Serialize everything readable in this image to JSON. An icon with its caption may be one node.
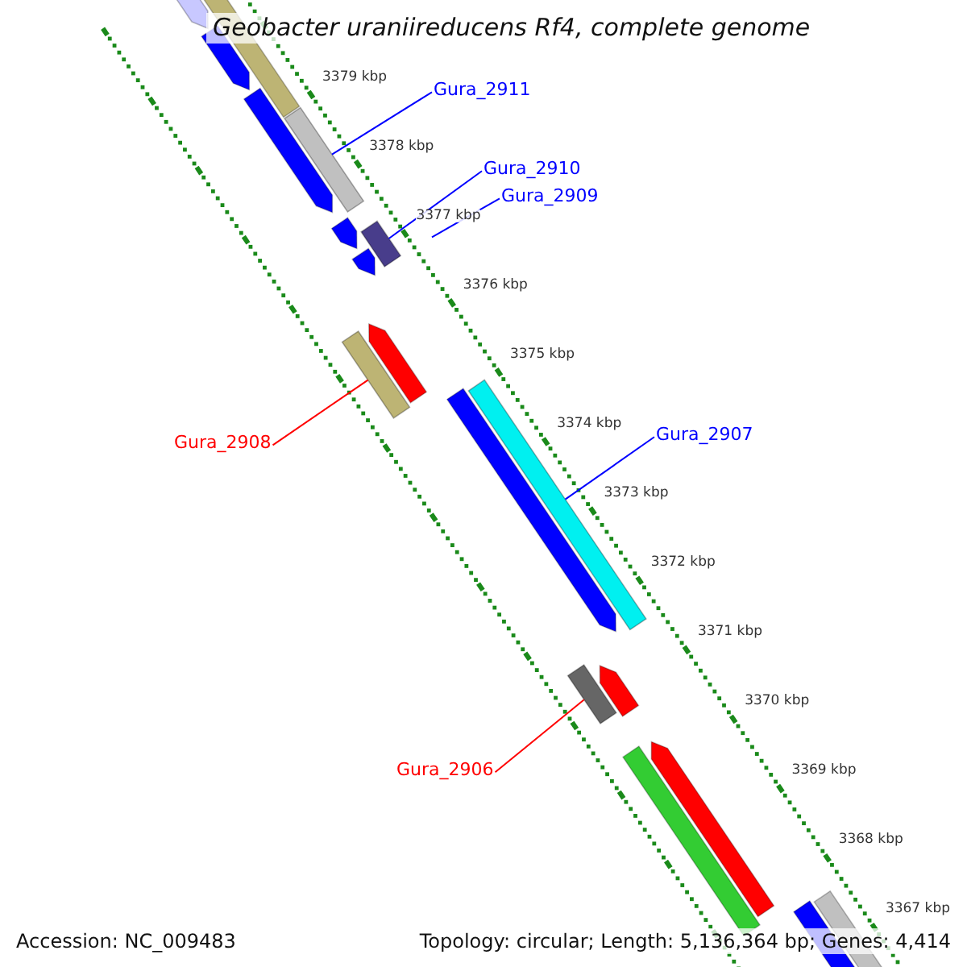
{
  "diagram": {
    "title": "Geobacter uraniireducens Rf4, complete genome",
    "nodes": [
      {
        "text": [
          "Gura_2911"
        ]
      },
      {
        "text": [],
        "shape": "bar"
      },
      {
        "text": [
          "Gura_2910"
        ]
      },
      {
        "text": [],
        "shape": "bar"
      },
      {
        "text": [
          "Gura_2909"
        ]
      },
      {
        "text": [
          "Gura_2908"
        ]
      },
      {
        "text": [],
        "shape": "bar"
      },
      {
        "text": [
          "Gura_2907"
        ]
      },
      {
        "text": [],
        "shape": "bar"
      },
      {
        "text": [
          "Gura_2906"
        ]
      },
      {
        "text": [],
        "shape": "bar"
      }
    ],
    "edges": [
      {
        "from": 0,
        "to": 1,
        "arrow": "none"
      },
      {
        "from": 2,
        "to": 3,
        "arrow": "none"
      },
      {
        "from": 4,
        "to": null,
        "arrow": "none"
      },
      {
        "from": 5,
        "to": 6,
        "arrow": "none",
        "color": "#ff0000"
      },
      {
        "from": 7,
        "to": 8,
        "arrow": "none"
      },
      {
        "from": 9,
        "to": 10,
        "arrow": "none",
        "color": "#ff0000"
      }
    ],
    "labels": [
      "3379 kbp",
      "3378 kbp",
      "3377 kbp",
      "3376 kbp",
      "3375 kbp",
      "3374 kbp",
      "3373 kbp",
      "3372 kbp",
      "3371 kbp",
      "3370 kbp",
      "3369 kbp",
      "3368 kbp",
      "3367 kbp",
      "Accession: NC_009483",
      "Topology: circular; Length: 5,136,364 bp; Genes: 4,414"
    ]
  }
}
